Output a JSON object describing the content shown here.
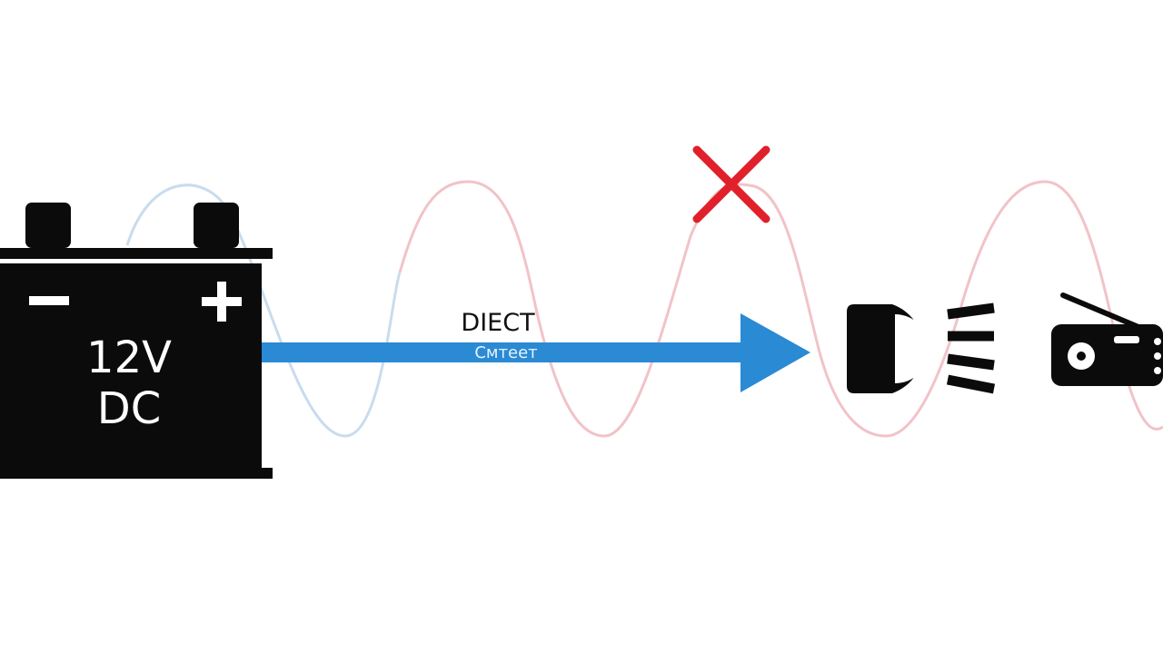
{
  "battery": {
    "line1": "12V",
    "line2": "DC",
    "negative_symbol": "−",
    "positive_symbol": "+",
    "color": "#0b0b0b"
  },
  "arrow": {
    "label_top": "DIECT",
    "label_bottom": "Cмтеет",
    "color": "#2a8ad4"
  },
  "background_wave": {
    "colors": [
      "#c9dcee",
      "#f1c3c8"
    ]
  },
  "cross_mark": {
    "icon": "x-mark-icon",
    "color": "#e0202a"
  },
  "devices": [
    {
      "name": "headlight",
      "icon": "headlight-icon"
    },
    {
      "name": "radio",
      "icon": "radio-icon"
    }
  ]
}
